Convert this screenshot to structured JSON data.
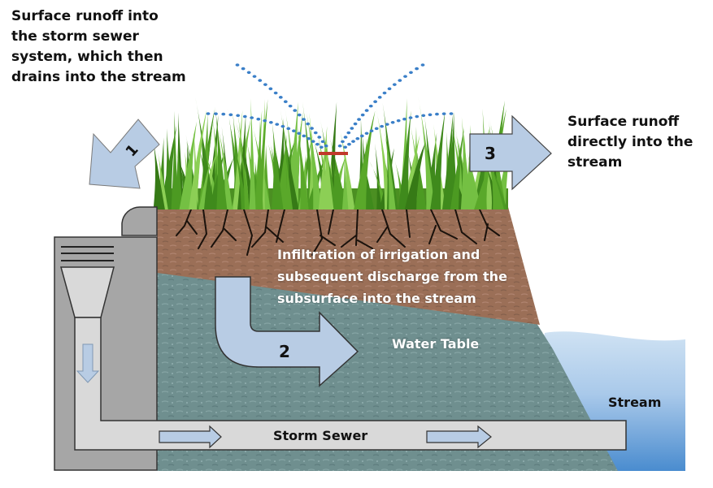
{
  "diagram": {
    "title": "Irrigation runoff pathways to stream",
    "labels": {
      "pathway_1": "Surface runoff into\nthe storm sewer\nsystem, which then\ndrains into the stream",
      "pathway_2": "Infiltration of irrigation and\nsubsequent discharge from the\nsubsurface into the stream",
      "pathway_3": "Surface runoff\ndirectly into the\nstream",
      "water_table": "Water Table",
      "stream": "Stream",
      "storm_sewer": "Storm Sewer"
    },
    "arrow_numbers": {
      "arrow_1": "1",
      "arrow_2": "2",
      "arrow_3": "3"
    },
    "colors": {
      "arrow_fill": "#b8cce4",
      "grass": "#5aa02c",
      "soil": "#9a6e55",
      "groundwater": "#6e8e8e",
      "stream_top": "#c7dcef",
      "stream_bottom": "#4f8fd0",
      "sewer_dark": "#a6a6a6",
      "sewer_light": "#d9d9d9",
      "sprinkler_water": "#3a7fc8"
    }
  }
}
